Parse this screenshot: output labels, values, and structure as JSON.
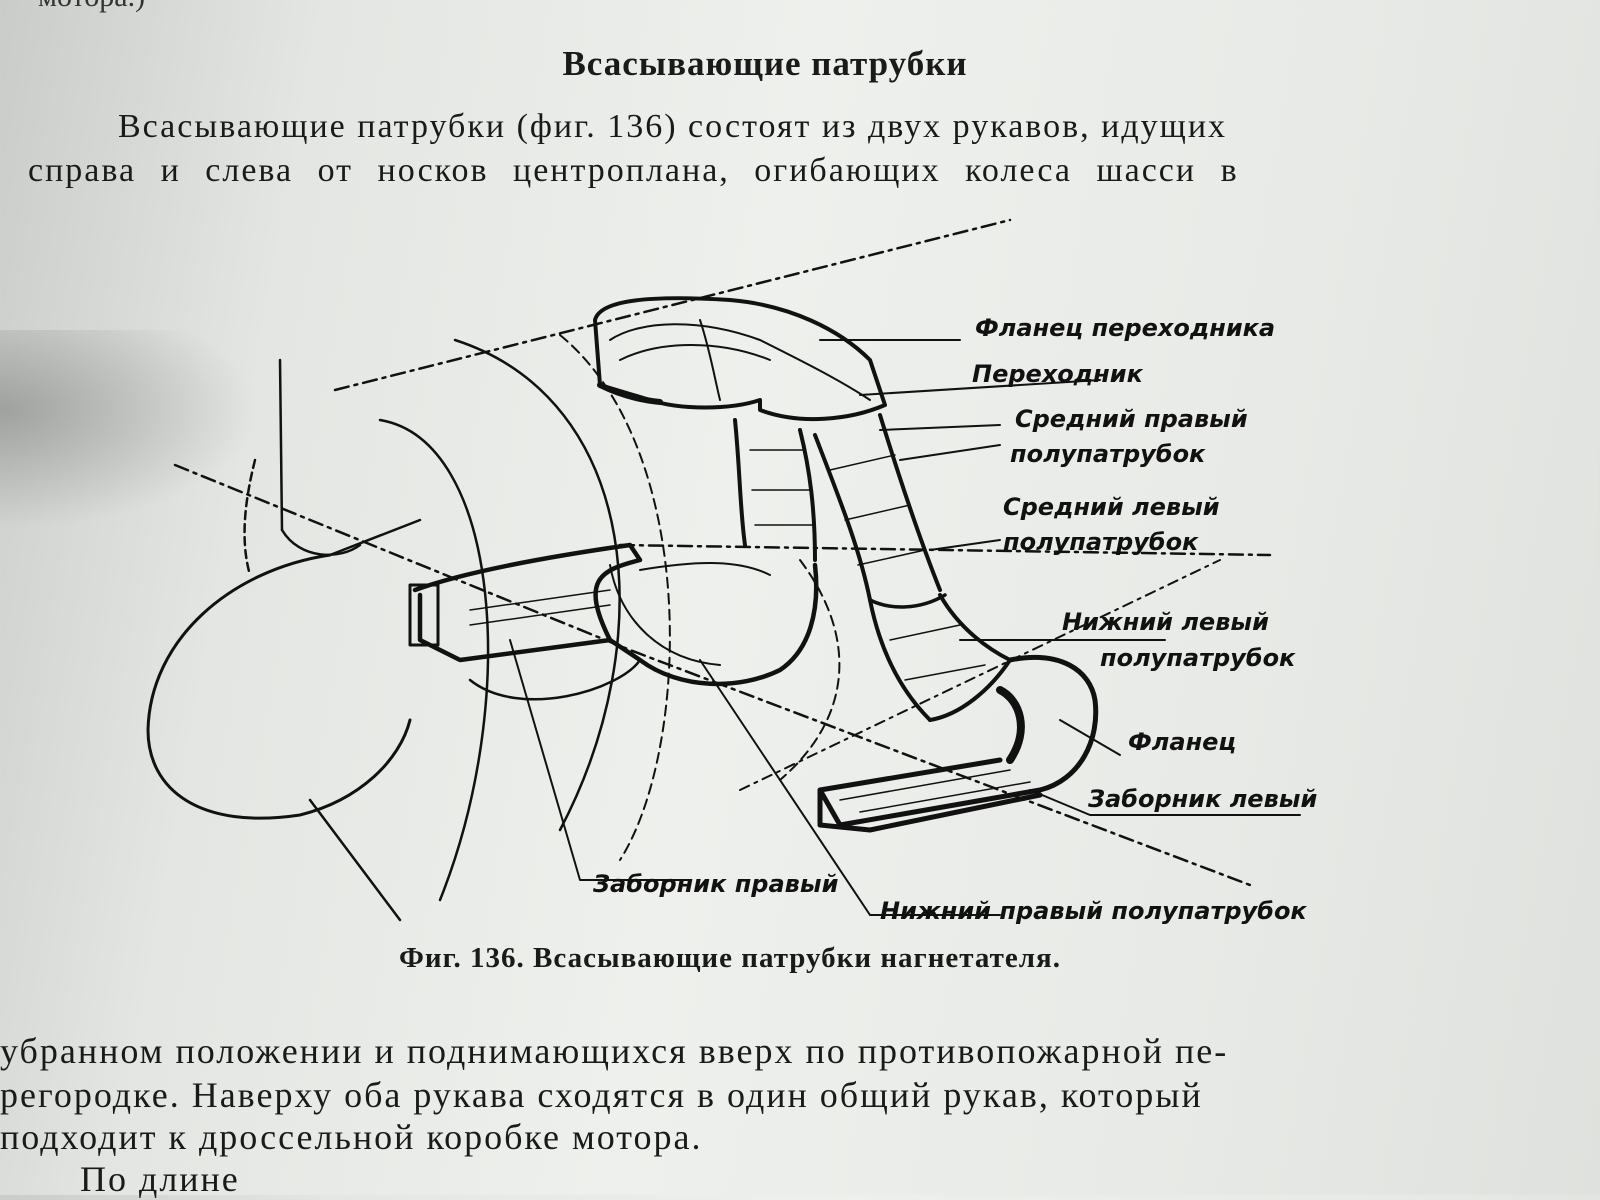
{
  "page": {
    "top_fragment": "мотора.)",
    "heading": "Всасывающие патрубки",
    "paragraph_lines": [
      "Всасывающие патрубки (фиг. 136) состоят из двух рукавов, идущих",
      "справа и слева от носков центроплана, огибающих колеса шасси в"
    ],
    "caption": "Фиг. 136. Всасывающие патрубки нагнетателя.",
    "continuation_lines": [
      "убранном положении и поднимающихся вверх по противопожарной пе-",
      "регородке. Наверху оба рукава сходятся в один общий рукав, который",
      "подходит к дроссельной коробке мотора.",
      "По длине"
    ]
  },
  "figure": {
    "labels": {
      "flange_adapter": "Фланец переходника",
      "adapter": "Переходник",
      "middle_right_1": "Средний правый",
      "middle_right_2": "полупатрубок",
      "middle_left_1": "Средний левый",
      "middle_left_2": "полупатрубок",
      "lower_left_1": "Нижний левый",
      "lower_left_2": "полупатрубок",
      "flange": "Фланец",
      "intake_left": "Заборник левый",
      "intake_right": "Заборник правый",
      "lower_right": "Нижний правый полупатрубок"
    }
  }
}
